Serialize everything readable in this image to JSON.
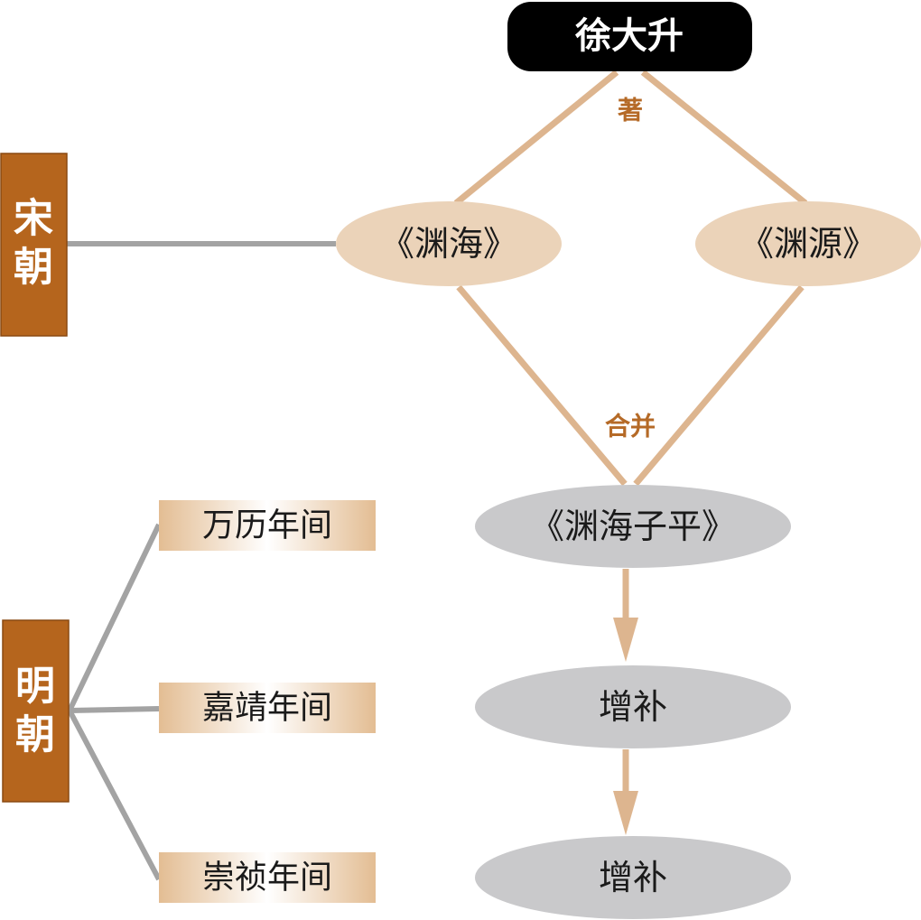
{
  "author": {
    "name": "徐大升"
  },
  "edge_labels": {
    "wrote": "著",
    "merged": "合并"
  },
  "books": {
    "yuanhai": "《渊海》",
    "yuanyuan": "《渊源》",
    "yuanhai_ziping": "《渊海子平》"
  },
  "supplements": [
    "增补",
    "增补"
  ],
  "dynasties": {
    "song": {
      "char1": "宋",
      "char2": "朝"
    },
    "ming": {
      "char1": "明",
      "char2": "朝"
    }
  },
  "eras": [
    "万历年间",
    "嘉靖年间",
    "崇祯年间"
  ],
  "colors": {
    "author_fill": "#000000",
    "song_book_fill": "#ebd3b9",
    "ming_book_fill": "#c9c9cb",
    "dynasty_fill": "#b5651d",
    "connector_tan": "#ddb58f",
    "connector_gray": "#a3a3a3",
    "edge_label": "#b56a27",
    "era_gradient_start": "#e3bd93",
    "era_gradient_end": "#ffffff"
  }
}
